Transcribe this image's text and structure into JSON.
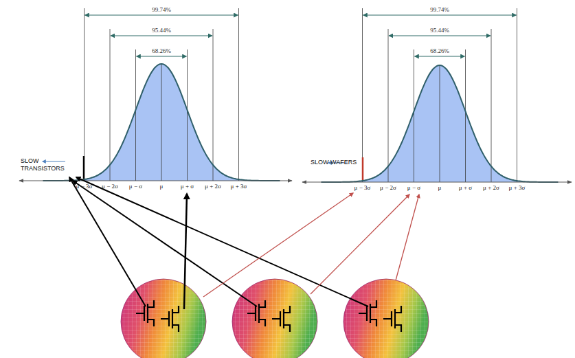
{
  "diagram": {
    "labels": [
      "99.74%",
      "95.44%",
      "68.26%",
      "SLOW TRANSISTORS",
      "μ − 3σ",
      "μ − 2σ",
      "μ − σ",
      "μ",
      "μ + σ",
      "μ + 2σ",
      "μ + 3σ",
      "99.74%",
      "95.44%",
      "68.26%",
      "SLOW WAFERS",
      "μ − 3σ",
      "μ − 2σ",
      "μ − σ",
      "μ",
      "μ + σ",
      "μ + 2σ",
      "μ + 3σ"
    ]
  }
}
